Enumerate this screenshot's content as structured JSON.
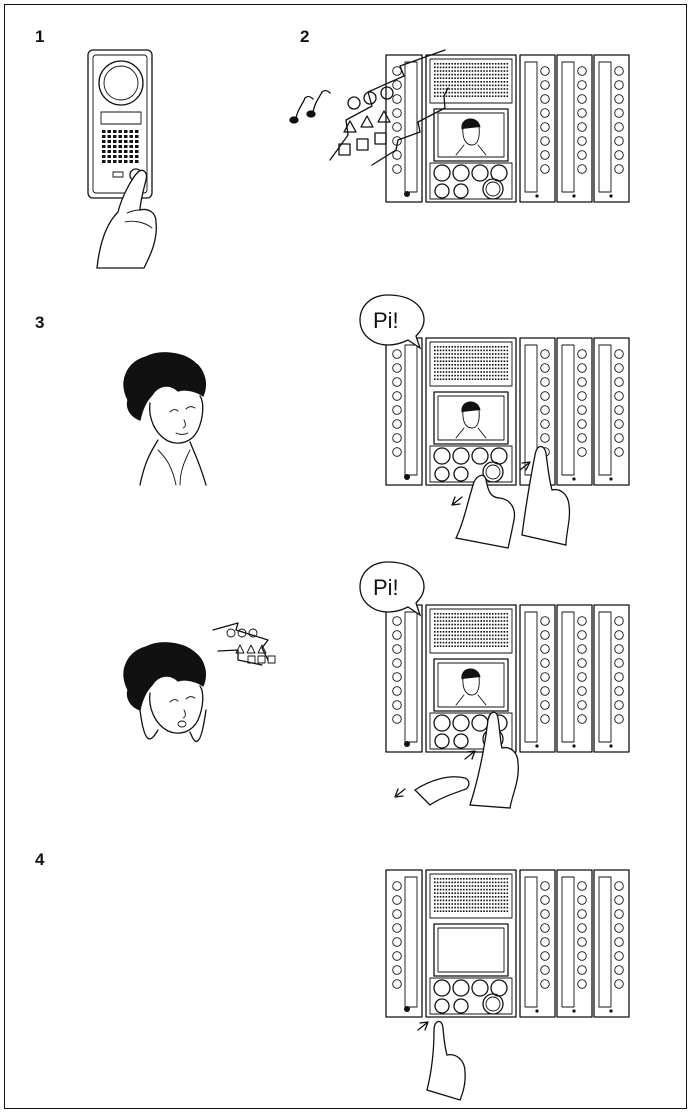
{
  "steps": [
    "1",
    "2",
    "3",
    "4"
  ],
  "speech": {
    "bubble_text": "Pi!"
  },
  "icons": {
    "door_station": "door-station-icon",
    "master_station": "master-station-icon",
    "hand": "pointing-hand-icon",
    "person": "woman-face-icon",
    "sound": "music-notes-icon",
    "voice_symbols": "speech-shapes-icon"
  }
}
